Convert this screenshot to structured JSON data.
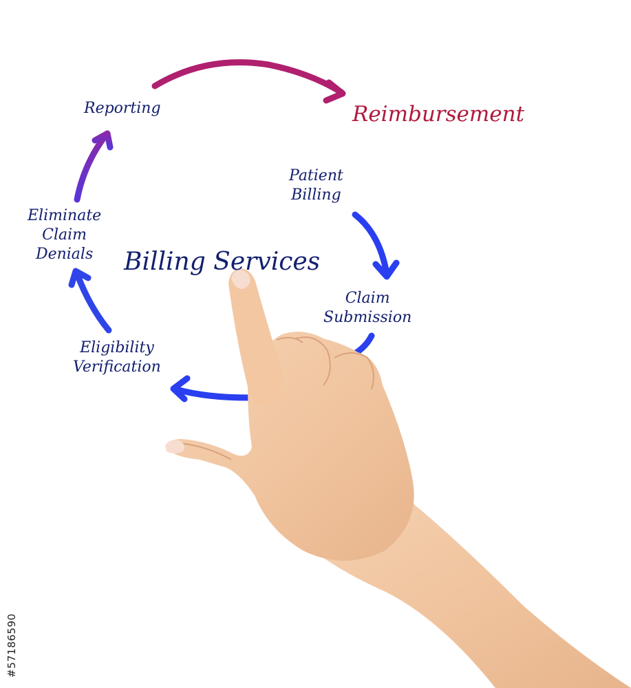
{
  "diagram": {
    "center_title": "Billing Services",
    "outcome": "Reimbursement",
    "steps": [
      {
        "id": "patient-billing",
        "lines": [
          "Patient",
          "Billing"
        ]
      },
      {
        "id": "claim-submission",
        "lines": [
          "Claim",
          "Submission"
        ]
      },
      {
        "id": "eligibility-verification",
        "lines": [
          "Eligibility",
          "Verification"
        ]
      },
      {
        "id": "eliminate-claim-denials",
        "lines": [
          "Eliminate",
          "Claim",
          "Denials"
        ]
      },
      {
        "id": "reporting",
        "lines": [
          "Reporting"
        ]
      }
    ]
  },
  "watermark": {
    "stock_id": "#57186590"
  },
  "colors": {
    "text_primary": "#14206e",
    "outcome_text": "#b0193d",
    "arrow_blue": "#2a3ff0",
    "arrow_purple": "#7a2fb4",
    "arrow_magenta": "#b0206e",
    "skin": "#f1c49f"
  }
}
